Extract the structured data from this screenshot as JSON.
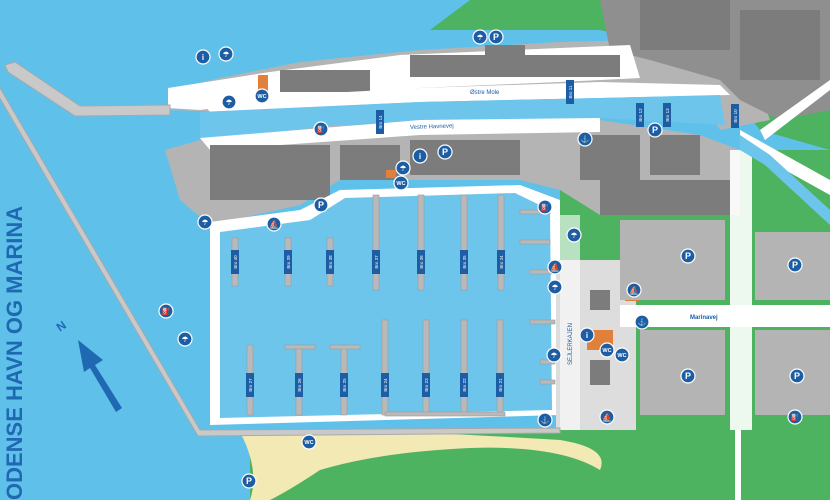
{
  "title": "ODENSE HAVN OG MARINA",
  "north_label": "N",
  "streets": {
    "ostre_mole": "Østre Mole",
    "vestre_havnevej": "Vestre Havnevej",
    "marinavej": "Marinavej",
    "sejlerkajen": "SEJLERKAJEN"
  },
  "berths": {
    "b11": "Bro 11",
    "b14": "Bro 14",
    "b12": "Bro 12",
    "b13": "Bro 13",
    "b10": "Bro 10",
    "b40": "Bro 40",
    "b39": "Bro 39",
    "b38": "Bro 38",
    "b37": "Bro 37",
    "b36": "Bro 36",
    "b35": "Bro 35",
    "b34": "Bro 34",
    "b27": "Bro 27",
    "b26": "Bro 26",
    "b25": "Bro 25",
    "b24": "Bro 24",
    "b23": "Bro 23",
    "b22": "Bro 22",
    "b21": "Bro 21"
  },
  "icons": {
    "parking": "P",
    "wc": "WC",
    "info": "i",
    "shower": "shower-icon",
    "fuel": "fuel-icon",
    "sailboat": "sailboat-icon",
    "crane": "crane-icon"
  },
  "colors": {
    "sea": "#5fc0ea",
    "harbor_water": "#6ec5ec",
    "land_green": "#4db361",
    "quay": "#ffffff",
    "building": "#7c7c7c",
    "building_area": "#b4b4b4",
    "sand": "#f3e9b5",
    "icon_blue": "#1d5da3",
    "title_blue": "#1f69b3",
    "accent_orange": "#e0803a"
  }
}
